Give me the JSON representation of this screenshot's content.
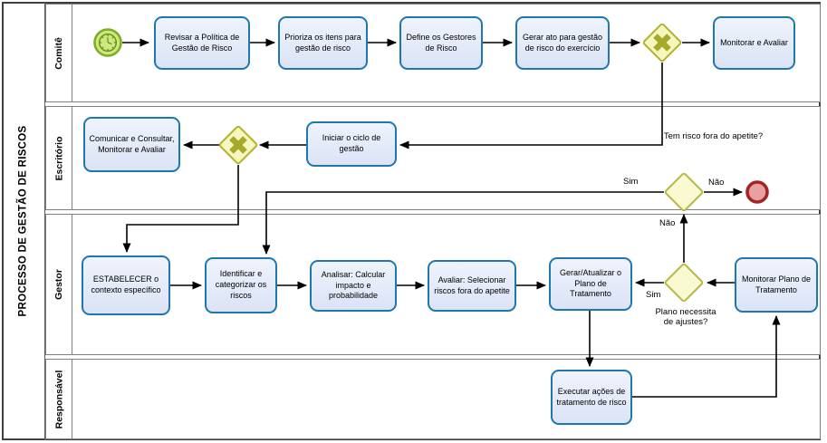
{
  "pool": {
    "title": "PROCESSO DE GESTÃO DE RISCOS"
  },
  "lanes": [
    {
      "label": "Comitê"
    },
    {
      "label": "Escritório"
    },
    {
      "label": "Gestor"
    },
    {
      "label": "Responsável"
    }
  ],
  "tasks": [
    {
      "label": "Revisar a Política de Gestão de Risco"
    },
    {
      "label": "Prioriza os itens para gestão de risco"
    },
    {
      "label": "Define os Gestores de Risco"
    },
    {
      "label": "Gerar ato para gestão de risco do exercício"
    },
    {
      "label": "Monitorar e Avaliar"
    },
    {
      "label": "Comunicar e Consultar, Monitorar e Avaliar"
    },
    {
      "label": "Iniciar o ciclo de gestão"
    },
    {
      "label": "ESTABELECER o contexto específico"
    },
    {
      "label": "Identificar e categorizar os riscos"
    },
    {
      "label": "Analisar: Calcular impacto e probabilidade"
    },
    {
      "label": "Avaliar: Selecionar riscos fora do apetite"
    },
    {
      "label": "Gerar/Atualizar o Plano de Tratamento"
    },
    {
      "label": "Monitorar Plano de Tratamento"
    },
    {
      "label": "Executar ações de tratamento de risco"
    }
  ],
  "gateway_questions": {
    "top": "Tem risco fora do apetite?",
    "bottom": "Plano necessita de ajustes?"
  },
  "edge_labels": {
    "sim_top": "Sim",
    "nao_right": "Não",
    "nao_up": "Não",
    "sim_bottom": "Sim"
  },
  "icons": {
    "start_event": "timer-start-icon",
    "end_event": "end-event-icon",
    "gateway_marker": "x-marker-icon"
  },
  "colors": {
    "task_fill": "#dfe7f8",
    "task_border": "#1e78ad",
    "gateway_fill": "#f6f6bf",
    "gateway_border": "#b3b32f",
    "gateway_marker": "#a8a82a",
    "start_fill": "#cde97d",
    "start_border": "#7cae25",
    "end_fill": "#e8a0a0",
    "end_border": "#a32525",
    "lane_border": "#808080",
    "flow_line": "#000000"
  }
}
